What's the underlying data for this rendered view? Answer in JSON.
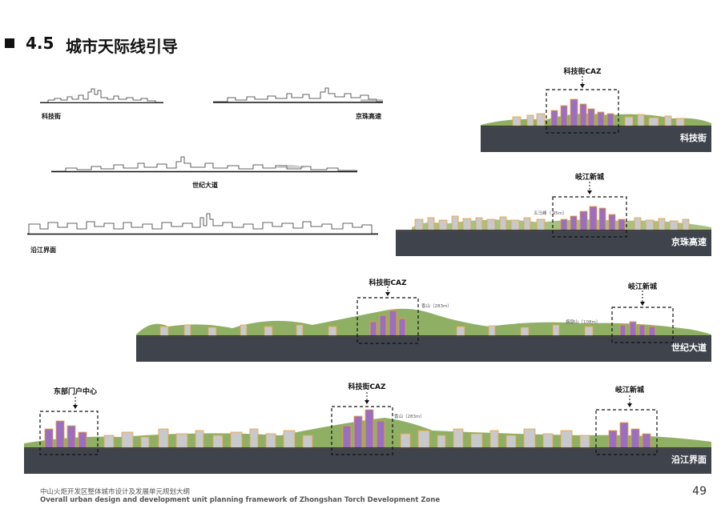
{
  "header": {
    "section_number": "4.5",
    "section_title": "城市天际线引导"
  },
  "outline_sketches": [
    {
      "label": "科技街"
    },
    {
      "label": "京珠高速"
    },
    {
      "label": "世纪大道"
    },
    {
      "label": "沿江界面"
    }
  ],
  "skyline_panels": [
    {
      "band_label": "科技街",
      "highlights": [
        {
          "label": "科技街CAZ"
        }
      ],
      "peak_labels": []
    },
    {
      "band_label": "京珠高速",
      "highlights": [
        {
          "label": "岐江新城"
        }
      ],
      "peak_labels": [
        "五马峰（ 95m）"
      ]
    },
    {
      "band_label": "世纪大道",
      "highlights": [
        {
          "label": "科技街CAZ"
        },
        {
          "label": "岐江新城"
        }
      ],
      "peak_labels": [
        "香山（283m）",
        "烟墩山（108m）"
      ]
    },
    {
      "band_label": "沿江界面",
      "highlights": [
        {
          "label": "东部门户中心"
        },
        {
          "label": "科技街CAZ"
        },
        {
          "label": "岐江新城"
        }
      ],
      "peak_labels": [
        "香山（283m）"
      ]
    }
  ],
  "colors": {
    "band": "#3e434c",
    "hill": "#8fb064",
    "highlight_building": "#9a6fc0",
    "building_outline": "#f0a030",
    "background_building": "#b9bcc2"
  },
  "footer": {
    "chinese": "中山火炬开发区整体城市设计及发展单元规划大纲",
    "english": "Overall urban design and development unit planning framework of Zhongshan Torch Development Zone",
    "page_number": "49"
  }
}
